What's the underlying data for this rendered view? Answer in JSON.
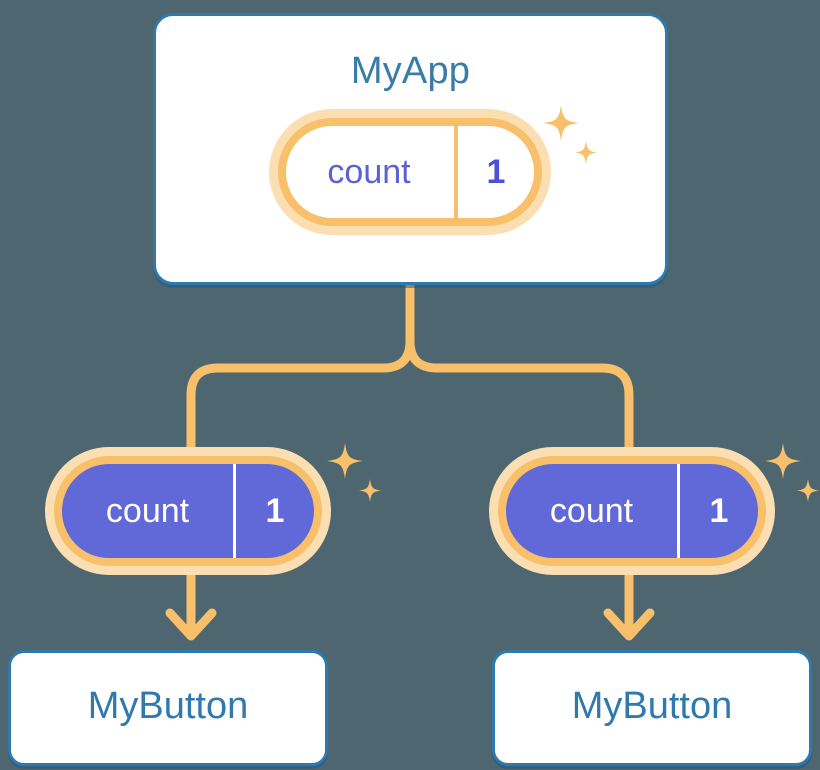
{
  "diagram": {
    "title_semantic": "react-state-propagation-tree",
    "background_color": "#4d6670",
    "palette": {
      "card_border": "#2f79ad",
      "card_fill": "#ffffff",
      "title_text": "#3a7ca8",
      "accent_orange": "#f8c06a",
      "accent_orange_halo": "#fbdfb2",
      "state_purple": "#6169d8",
      "state_text_purple": "#5b62d6",
      "state_text_white": "#ffffff"
    }
  },
  "root": {
    "name": "root-component",
    "title": "MyApp",
    "state": {
      "key": "count",
      "value": "1",
      "fill": "white",
      "text_color": "#5b62d6"
    }
  },
  "children": [
    {
      "name": "child-left",
      "state": {
        "key": "count",
        "value": "1",
        "fill": "#6169d8",
        "text_color": "#ffffff"
      },
      "component": {
        "title": "MyButton"
      }
    },
    {
      "name": "child-right",
      "state": {
        "key": "count",
        "value": "1",
        "fill": "#6169d8",
        "text_color": "#ffffff"
      },
      "component": {
        "title": "MyButton"
      }
    }
  ],
  "connectors": {
    "trunk": "vertical-line-from-root",
    "split": "two-branch-tee",
    "arrows": "down-arrow-to-component",
    "color": "#f8c06a"
  },
  "decorations": {
    "sparkles": [
      {
        "name": "sparkle-app",
        "icon": "four-point-star-icon",
        "count": 2
      },
      {
        "name": "sparkle-left",
        "icon": "four-point-star-icon",
        "count": 2
      },
      {
        "name": "sparkle-right",
        "icon": "four-point-star-icon",
        "count": 2
      }
    ]
  }
}
